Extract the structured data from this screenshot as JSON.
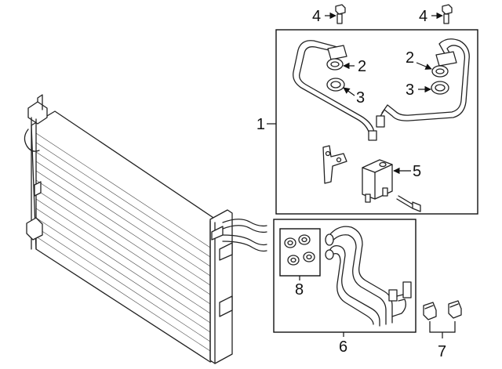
{
  "callouts": {
    "c1": "1",
    "c2a": "2",
    "c2b": "2",
    "c3a": "3",
    "c3b": "3",
    "c4a": "4",
    "c4b": "4",
    "c5": "5",
    "c6": "6",
    "c7": "7",
    "c8": "8"
  }
}
